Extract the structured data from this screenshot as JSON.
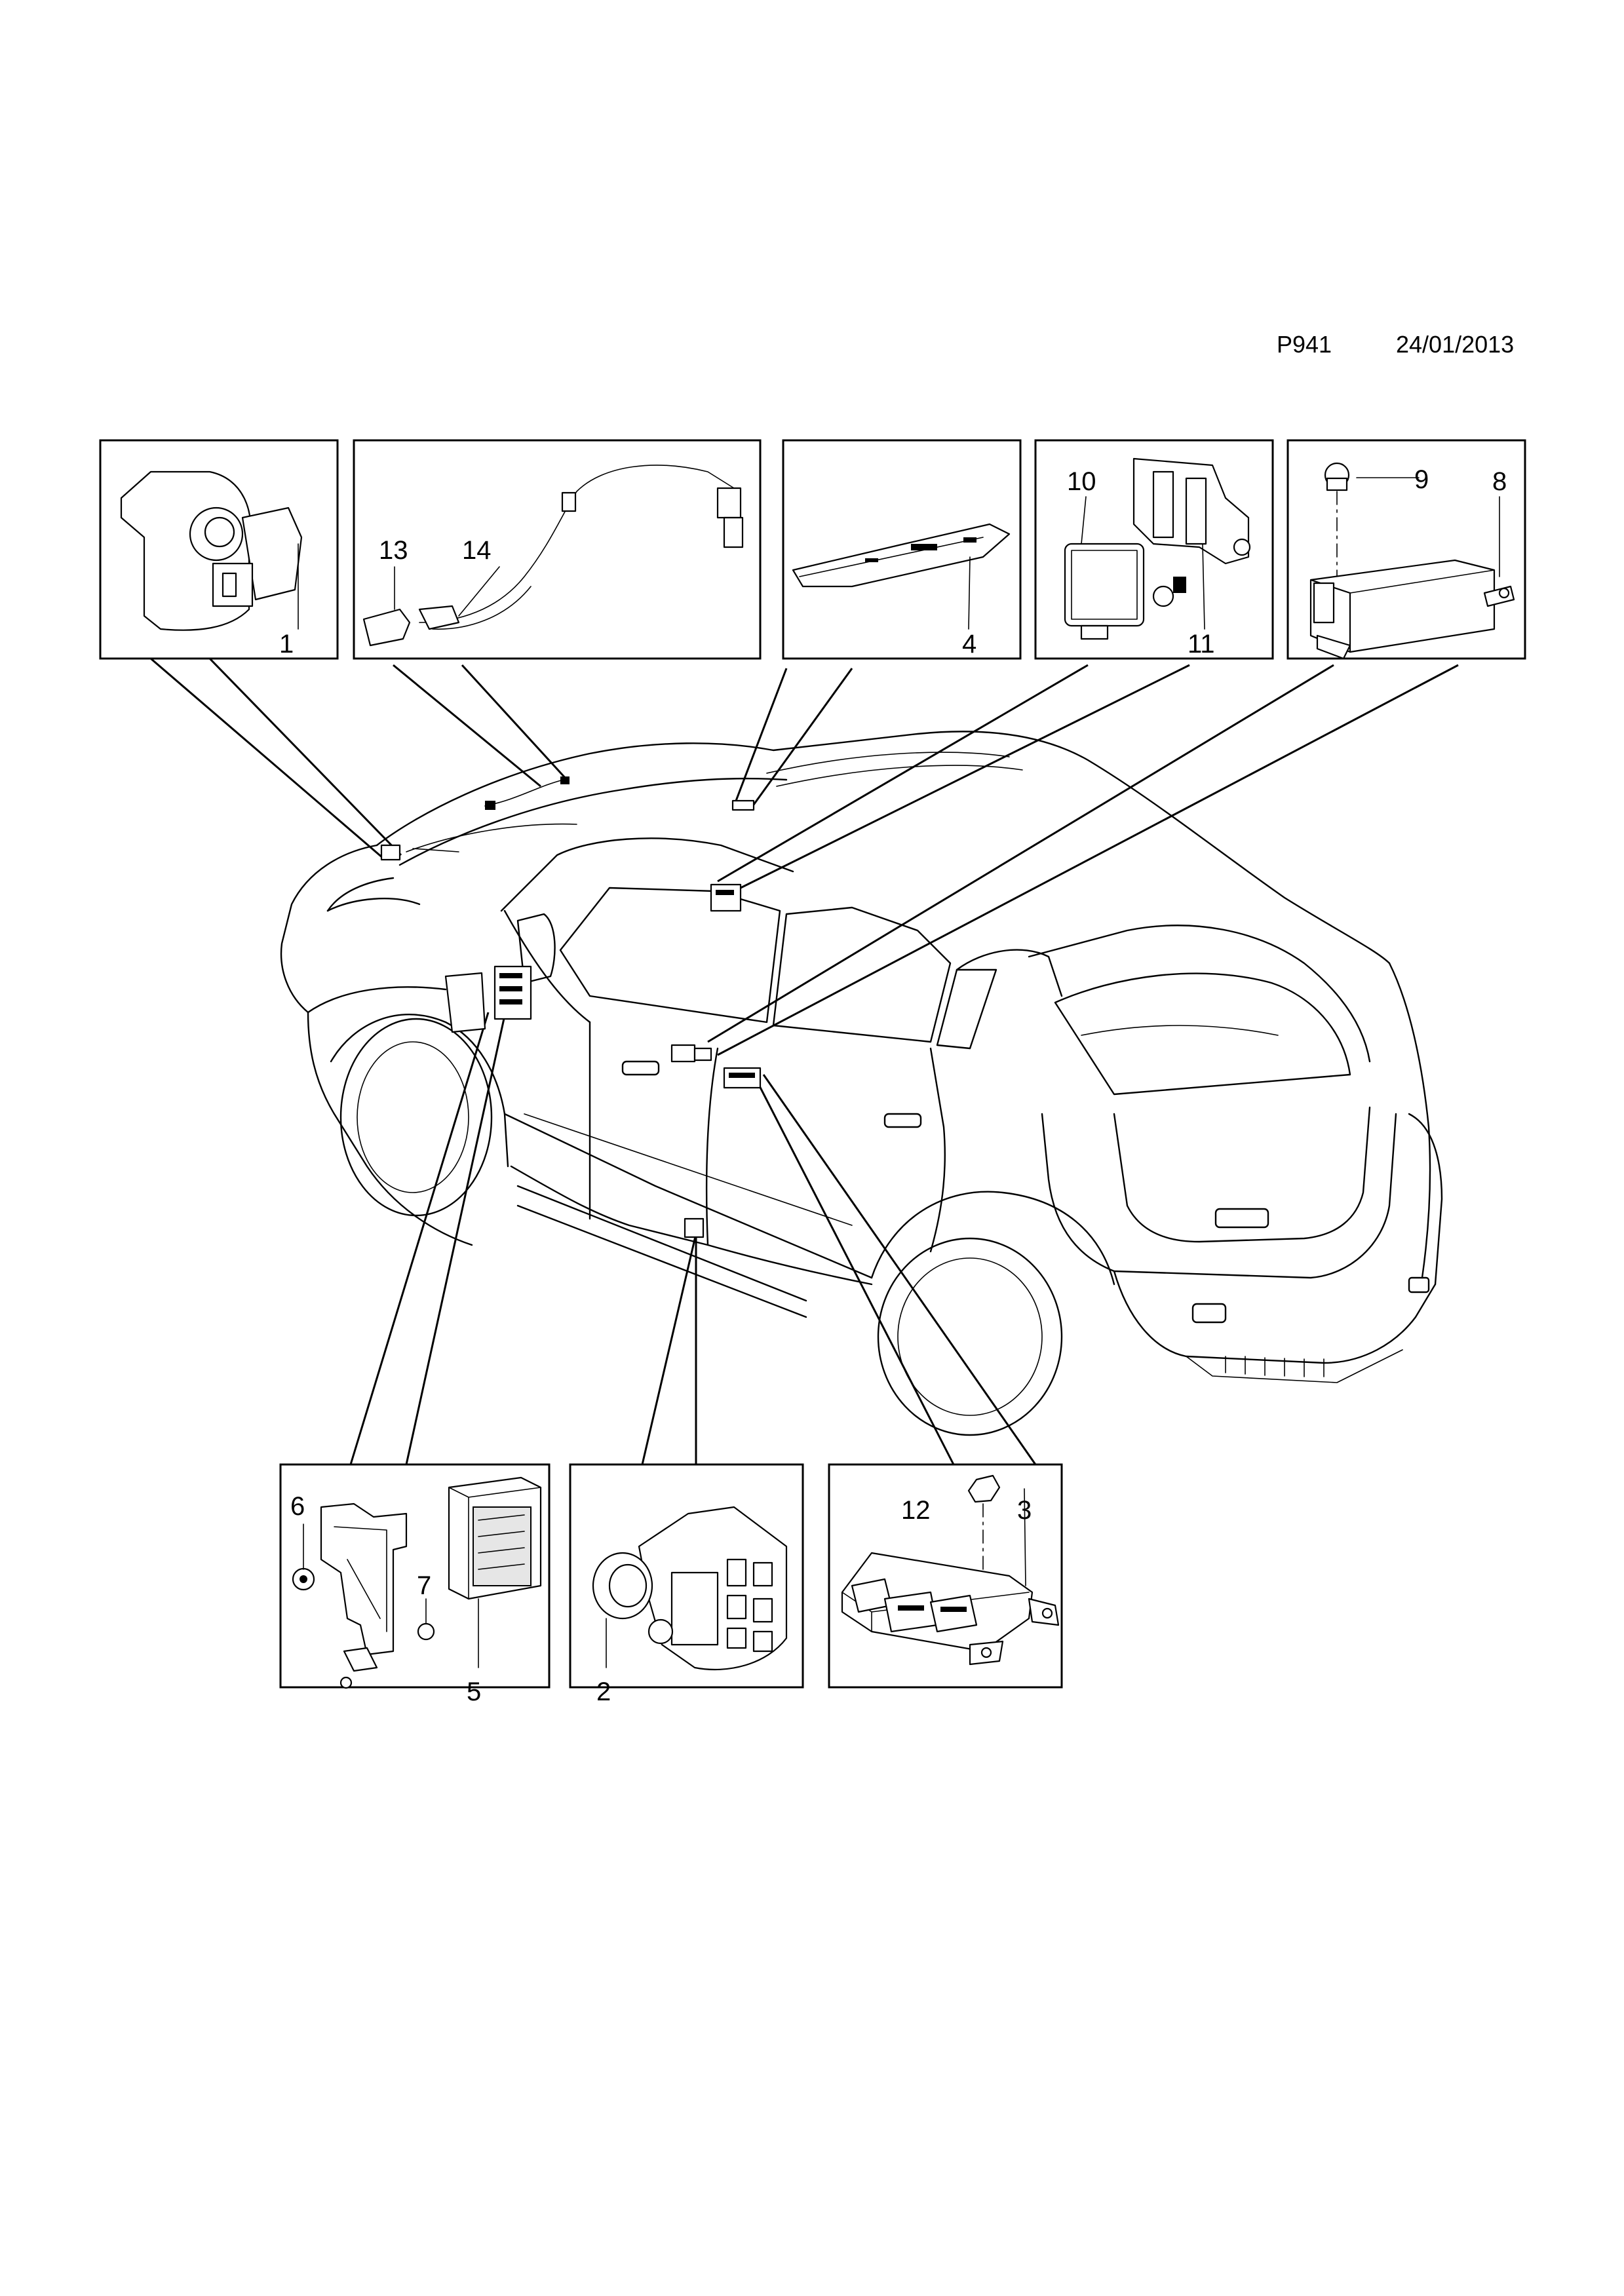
{
  "header": {
    "diagram_code": "P941",
    "date": "24/01/2013"
  },
  "parts": {
    "p1": "1",
    "p2": "2",
    "p3": "3",
    "p4": "4",
    "p5": "5",
    "p6": "6",
    "p7": "7",
    "p8": "8",
    "p9": "9",
    "p10": "10",
    "p11": "11",
    "p12": "12",
    "p13": "13",
    "p14": "14"
  }
}
